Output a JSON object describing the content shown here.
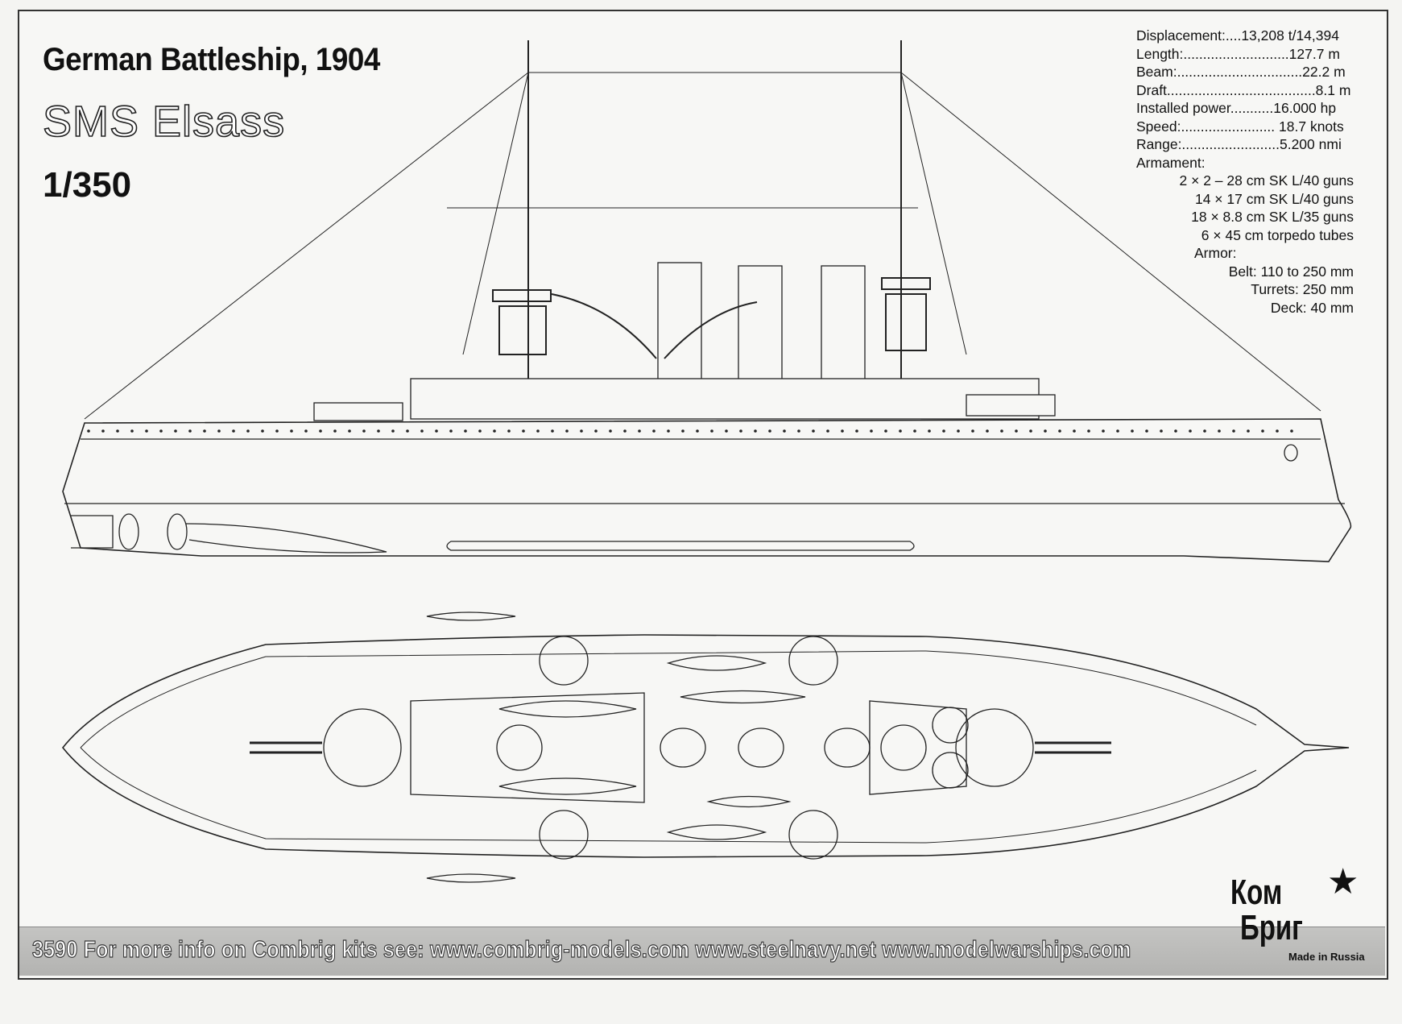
{
  "header": {
    "title": "German Battleship, 1904",
    "ship_name": "SMS Elsass",
    "scale": "1/350"
  },
  "specs": [
    "Displacement:....13,208 t/14,394",
    "Length:...........................127.7 m",
    "Beam:................................22.2 m",
    "Draft......................................8.1 m",
    "Installed power...........16.000 hp",
    "Speed:........................ 18.7 knots",
    "Range:.........................5.200 nmi",
    "Armament:"
  ],
  "armament": [
    "2 × 2 – 28 cm  SK L/40 guns",
    "14 × 17 cm  SK L/40 guns",
    "18 × 8.8 cm SK L/35 guns",
    "6 × 45 cm torpedo tubes"
  ],
  "armor_label": "Armor:",
  "armor": [
    "Belt: 110 to 250 mm",
    "Turrets: 250 mm",
    "Deck: 40 mm"
  ],
  "footer": {
    "text": "3590  For more info on Combrig kits see: www.combrig-models.com www.steelnavy.net  www.modelwarships.com"
  },
  "logo": {
    "line1": "Ком",
    "line2": "Бриг",
    "made_in": "Made in Russia"
  }
}
